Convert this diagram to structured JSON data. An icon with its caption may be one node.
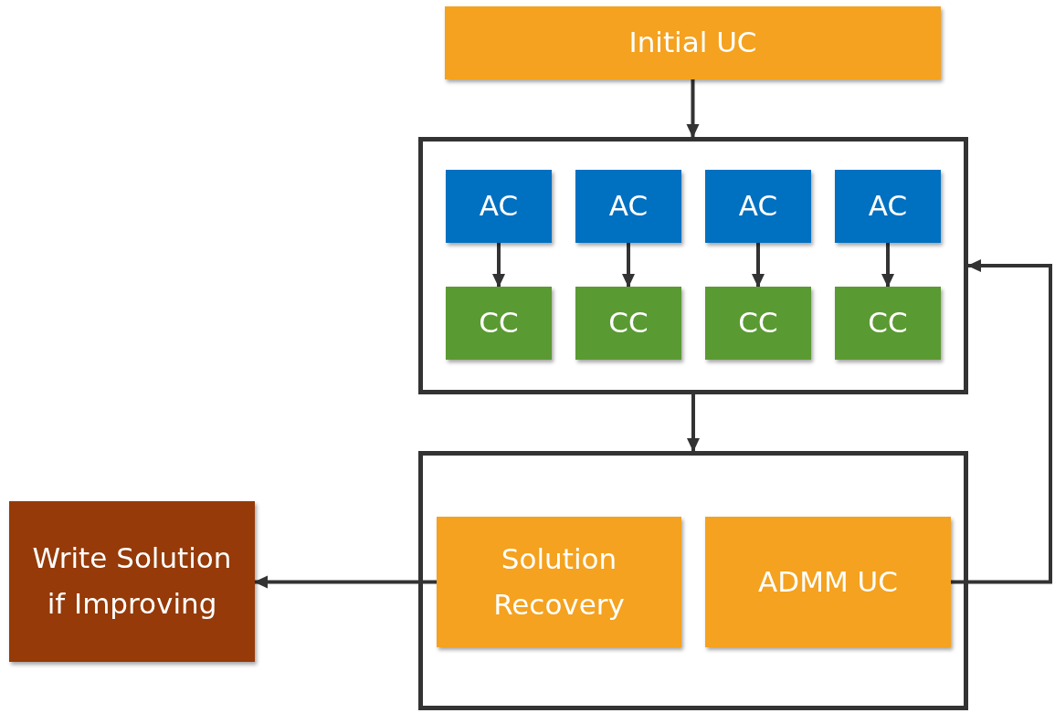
{
  "diagram": {
    "nodes": [
      {
        "text": [
          "Initial UC"
        ]
      },
      {
        "text": [],
        "shape": "box"
      },
      {
        "text": [
          "AC"
        ],
        "in": 1
      },
      {
        "text": [
          "AC"
        ],
        "in": 1
      },
      {
        "text": [
          "AC"
        ],
        "in": 1
      },
      {
        "text": [
          "AC"
        ],
        "in": 1
      },
      {
        "text": [
          "CC"
        ],
        "in": 1
      },
      {
        "text": [
          "CC"
        ],
        "in": 1
      },
      {
        "text": [
          "CC"
        ],
        "in": 1
      },
      {
        "text": [
          "CC"
        ],
        "in": 1
      },
      {
        "text": [],
        "shape": "box"
      },
      {
        "text": [
          "Solution Recovery"
        ],
        "in": 10
      },
      {
        "text": [
          "ADMM UC"
        ],
        "in": 10
      },
      {
        "text": [
          "Write Solution if Improving"
        ]
      }
    ],
    "edges": [
      {
        "from": 0,
        "to": 1,
        "arrow": "to"
      },
      {
        "from": 2,
        "to": 6,
        "arrow": "to"
      },
      {
        "from": 3,
        "to": 7,
        "arrow": "to"
      },
      {
        "from": 4,
        "to": 8,
        "arrow": "to"
      },
      {
        "from": 5,
        "to": 9,
        "arrow": "to"
      },
      {
        "from": 1,
        "to": 10,
        "arrow": "to"
      },
      {
        "from": 11,
        "to": 13,
        "arrow": "to"
      },
      {
        "from": 12,
        "to": 1,
        "arrow": "to"
      }
    ]
  }
}
